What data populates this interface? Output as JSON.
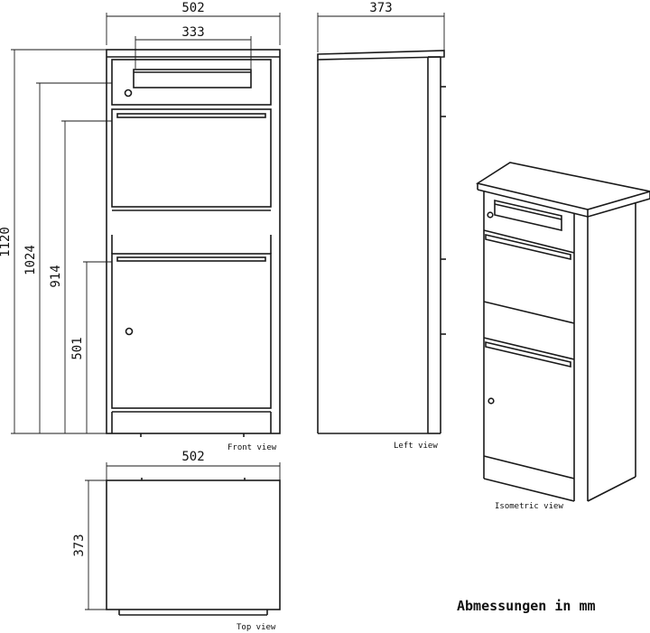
{
  "dimensions": {
    "front_width": "502",
    "slot_width": "333",
    "depth_top": "373",
    "height_total": "1120",
    "height_1024": "1024",
    "height_914": "914",
    "height_501": "501",
    "top_width": "502",
    "top_depth": "373"
  },
  "captions": {
    "front": "Front view",
    "left": "Left view",
    "isometric": "Isometric view",
    "top": "Top view"
  },
  "title": "Abmessungen in mm"
}
